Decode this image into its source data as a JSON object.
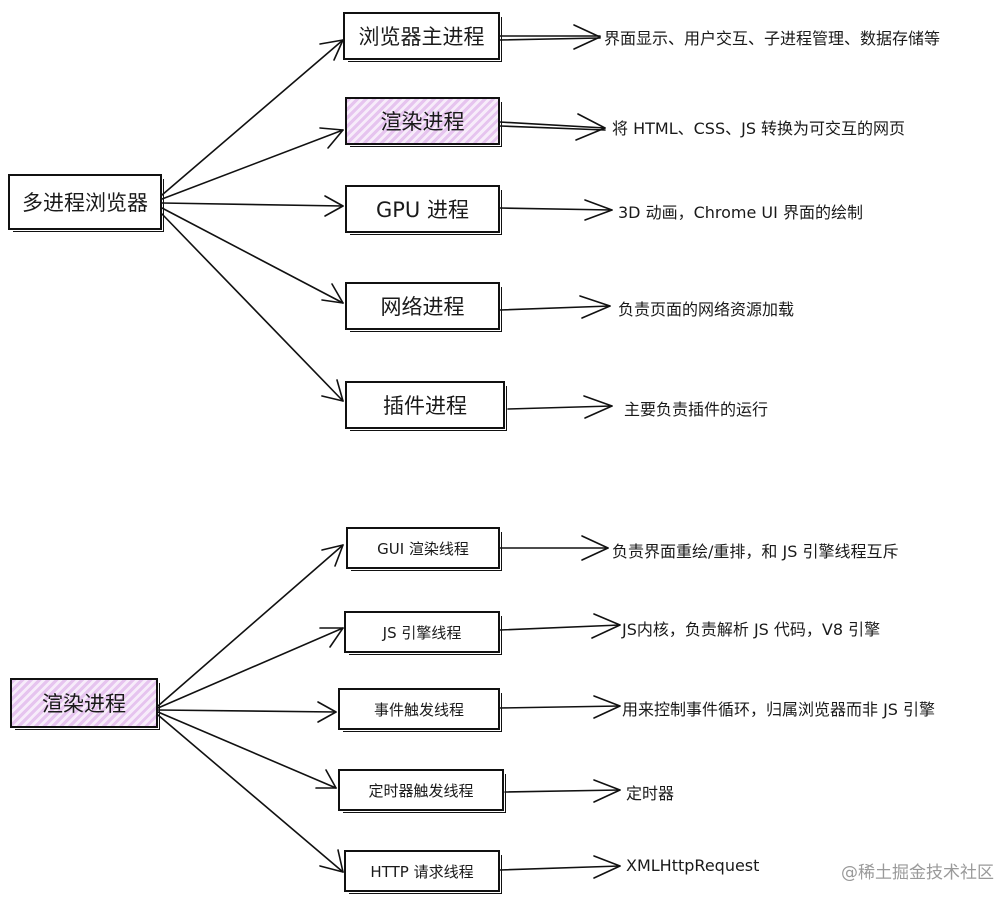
{
  "top": {
    "root": "多进程浏览器",
    "branches": [
      {
        "label": "浏览器主进程",
        "desc": "界面显示、用户交互、子进程管理、数据存储等"
      },
      {
        "label": "渲染进程",
        "desc": "将 HTML、CSS、JS 转换为可交互的网页"
      },
      {
        "label": "GPU 进程",
        "desc": "3D 动画，Chrome UI 界面的绘制"
      },
      {
        "label": "网络进程",
        "desc": "负责页面的网络资源加载"
      },
      {
        "label": "插件进程",
        "desc": "主要负责插件的运行"
      }
    ]
  },
  "bottom": {
    "root": "渲染进程",
    "branches": [
      {
        "label": "GUI 渲染线程",
        "desc": "负责界面重绘/重排，和 JS 引擎线程互斥"
      },
      {
        "label": "JS 引擎线程",
        "desc": "JS内核，负责解析 JS 代码，V8 引擎"
      },
      {
        "label": "事件触发线程",
        "desc": "用来控制事件循环，归属浏览器而非 JS 引擎"
      },
      {
        "label": "定时器触发线程",
        "desc": "定时器"
      },
      {
        "label": "HTTP 请求线程",
        "desc": "XMLHttpRequest"
      }
    ]
  },
  "watermark": "@稀土掘金技术社区",
  "colors": {
    "stroke": "#111111",
    "highlight": "#e6c4ef"
  }
}
